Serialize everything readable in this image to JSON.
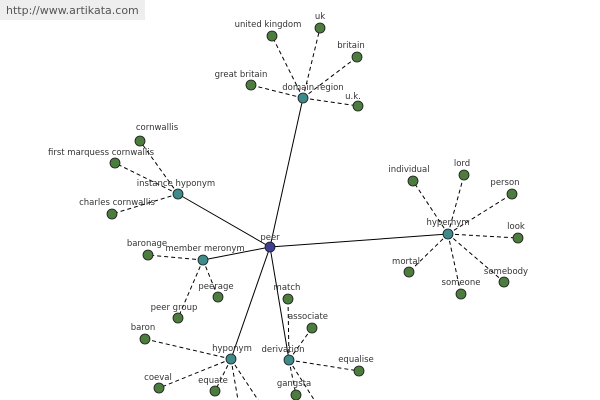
{
  "watermark": "http://www.artikata.com",
  "colors": {
    "center_node": "#3f3f8f",
    "relation_node": "#3f8a8a",
    "leaf_node": "#4d7c3f",
    "edge": "#000000",
    "background": "#ffffff"
  },
  "graph": {
    "center": {
      "id": "peer",
      "label": "peer"
    },
    "relations": [
      {
        "id": "domain-region",
        "label": "domain region",
        "leaves": [
          {
            "id": "united-kingdom",
            "label": "united kingdom"
          },
          {
            "id": "uk",
            "label": "uk"
          },
          {
            "id": "britain",
            "label": "britain"
          },
          {
            "id": "great-britain",
            "label": "great britain"
          },
          {
            "id": "u-k",
            "label": "u.k."
          }
        ]
      },
      {
        "id": "instance-hyponym",
        "label": "instance hyponym",
        "leaves": [
          {
            "id": "cornwallis",
            "label": "cornwallis"
          },
          {
            "id": "first-marquess-cornwallis",
            "label": "first marquess cornwallis"
          },
          {
            "id": "charles-cornwallis",
            "label": "charles cornwallis"
          }
        ]
      },
      {
        "id": "hypernym",
        "label": "hypernym",
        "leaves": [
          {
            "id": "individual",
            "label": "individual"
          },
          {
            "id": "lord",
            "label": "lord"
          },
          {
            "id": "person",
            "label": "person"
          },
          {
            "id": "look",
            "label": "look"
          },
          {
            "id": "mortal",
            "label": "mortal"
          },
          {
            "id": "somebody",
            "label": "somebody"
          },
          {
            "id": "someone",
            "label": "someone"
          }
        ]
      },
      {
        "id": "member-meronym",
        "label": "member meronym",
        "leaves": [
          {
            "id": "baronage",
            "label": "baronage"
          },
          {
            "id": "peerage",
            "label": "peerage"
          },
          {
            "id": "peer-group",
            "label": "peer group"
          }
        ]
      },
      {
        "id": "hyponym",
        "label": "hyponym",
        "leaves": [
          {
            "id": "baron",
            "label": "baron"
          },
          {
            "id": "coeval",
            "label": "coeval"
          },
          {
            "id": "equate",
            "label": "equate"
          },
          {
            "id": "hyponym-offscreen-1",
            "label": ""
          },
          {
            "id": "hyponym-offscreen-2",
            "label": ""
          }
        ]
      },
      {
        "id": "derivation",
        "label": "derivation",
        "leaves": [
          {
            "id": "match",
            "label": "match"
          },
          {
            "id": "associate",
            "label": "associate"
          },
          {
            "id": "equalise",
            "label": "equalise"
          },
          {
            "id": "gangsta",
            "label": "gangsta"
          },
          {
            "id": "derivation-offscreen-1",
            "label": ""
          }
        ]
      }
    ]
  }
}
